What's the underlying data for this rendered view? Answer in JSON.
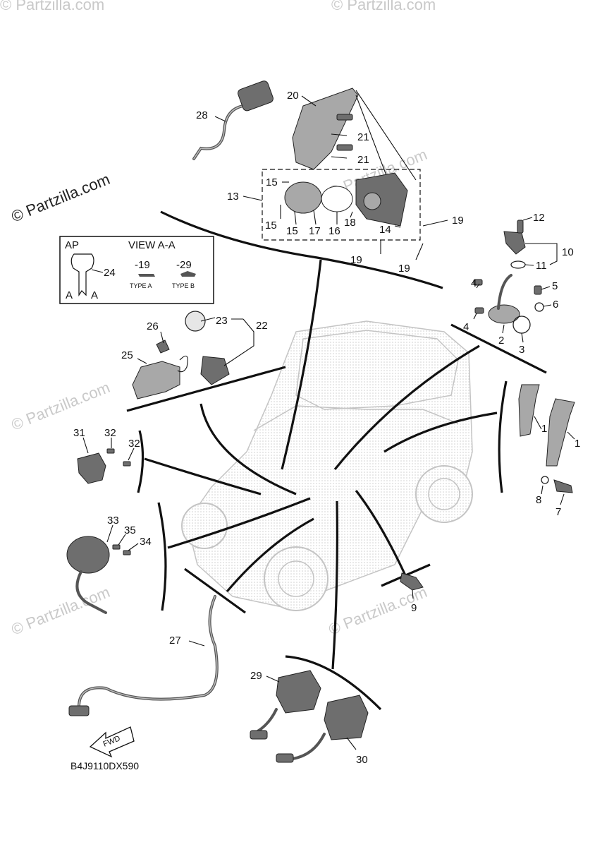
{
  "watermarks": {
    "main": "© Partzilla.com",
    "repeat": "© Partzilla.com"
  },
  "drawing_code": "B4J9110DX590",
  "fwd_label": "FWD",
  "inset": {
    "left_label": "AP",
    "right_label": "VIEW A-A",
    "part_24": "24",
    "section_a": "A",
    "type_a_num": "-19",
    "type_b_num": "-29",
    "type_a_label": "TYPE A",
    "type_b_label": "TYPE B"
  },
  "callouts": {
    "c1": "1",
    "c1b": "1",
    "c2": "2",
    "c3": "3",
    "c4": "4",
    "c4b": "4",
    "c5": "5",
    "c6": "6",
    "c7": "7",
    "c8": "8",
    "c9": "9",
    "c10": "10",
    "c11": "11",
    "c12": "12",
    "c13": "13",
    "c14": "14",
    "c15": "15",
    "c15b": "15",
    "c15c": "15",
    "c16": "16",
    "c17": "17",
    "c18": "18",
    "c19": "19",
    "c19b": "19",
    "c19c": "19",
    "c20": "20",
    "c21": "21",
    "c21b": "21",
    "c22": "22",
    "c23": "23",
    "c25": "25",
    "c26": "26",
    "c27": "27",
    "c28": "28",
    "c29": "29",
    "c30": "30",
    "c31": "31",
    "c32": "32",
    "c32b": "32",
    "c33": "33",
    "c34": "34",
    "c35": "35"
  },
  "colors": {
    "ink": "#111111",
    "watermark": "#c9c9c9",
    "vehicle": "#d6d6d6"
  }
}
